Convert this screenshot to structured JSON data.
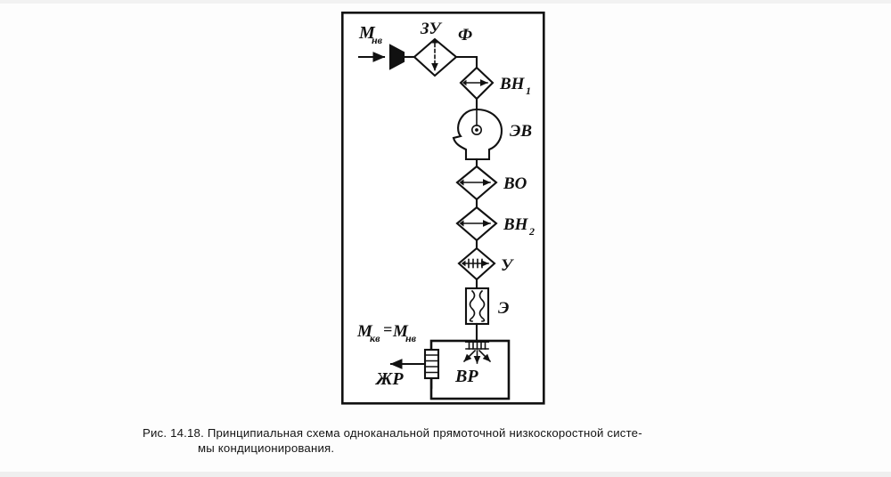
{
  "figure": {
    "id": "Рис. 14.18.",
    "caption_line1": "Рис. 14.18. Принципиальная схема одноканальной прямоточной низкоскоростной систе-",
    "caption_line2": "мы кондиционирования.",
    "caption_full": "Рис. 14.18. Принципиальная схема одноканальной прямоточной низкоскоростной системы кондиционирования.",
    "frame_color": "#111111",
    "line_color": "#111111"
  },
  "labels": {
    "inlet_flow": "M",
    "inlet_flow_sub": "нв",
    "intake_device": "ЗУ",
    "filter": "Ф",
    "air_heater_1": "BH",
    "air_heater_1_sub": "1",
    "fan": "ЭВ",
    "air_cooler": "BO",
    "air_heater_2": "BH",
    "air_heater_2_sub": "2",
    "humidifier": "У",
    "electric_heater": "Э",
    "supply_flow": "M",
    "supply_flow_sub": "кв",
    "supply_flow_eq": "=",
    "supply_flow_2": "M",
    "supply_flow_2_sub": "нв",
    "room_radiator": "ЖР",
    "room": "BP"
  },
  "components": [
    {
      "name": "intake-device",
      "label": "ЗУ",
      "symbol": "diamond-with-vertical-arrow"
    },
    {
      "name": "filter",
      "label": "Ф",
      "symbol": "diamond-node"
    },
    {
      "name": "air-heater-1",
      "label": "BH1",
      "symbol": "diamond-with-horizontal-double-arrow"
    },
    {
      "name": "electric-fan",
      "label": "ЭВ",
      "symbol": "centrifugal-fan-volute"
    },
    {
      "name": "air-cooler",
      "label": "BO",
      "symbol": "diamond-with-horizontal-double-arrow"
    },
    {
      "name": "air-heater-2",
      "label": "BH2",
      "symbol": "diamond-with-horizontal-double-arrow"
    },
    {
      "name": "humidifier",
      "label": "У",
      "symbol": "diamond-with-hatched-double-arrow"
    },
    {
      "name": "electric-heater",
      "label": "Э",
      "symbol": "rectangle-with-zigzag"
    },
    {
      "name": "room-radiator",
      "label": "ЖР",
      "symbol": "small-radiator-rectangle"
    },
    {
      "name": "conditioned-room",
      "label": "BP",
      "symbol": "room-rectangle-with-diffuser"
    }
  ]
}
